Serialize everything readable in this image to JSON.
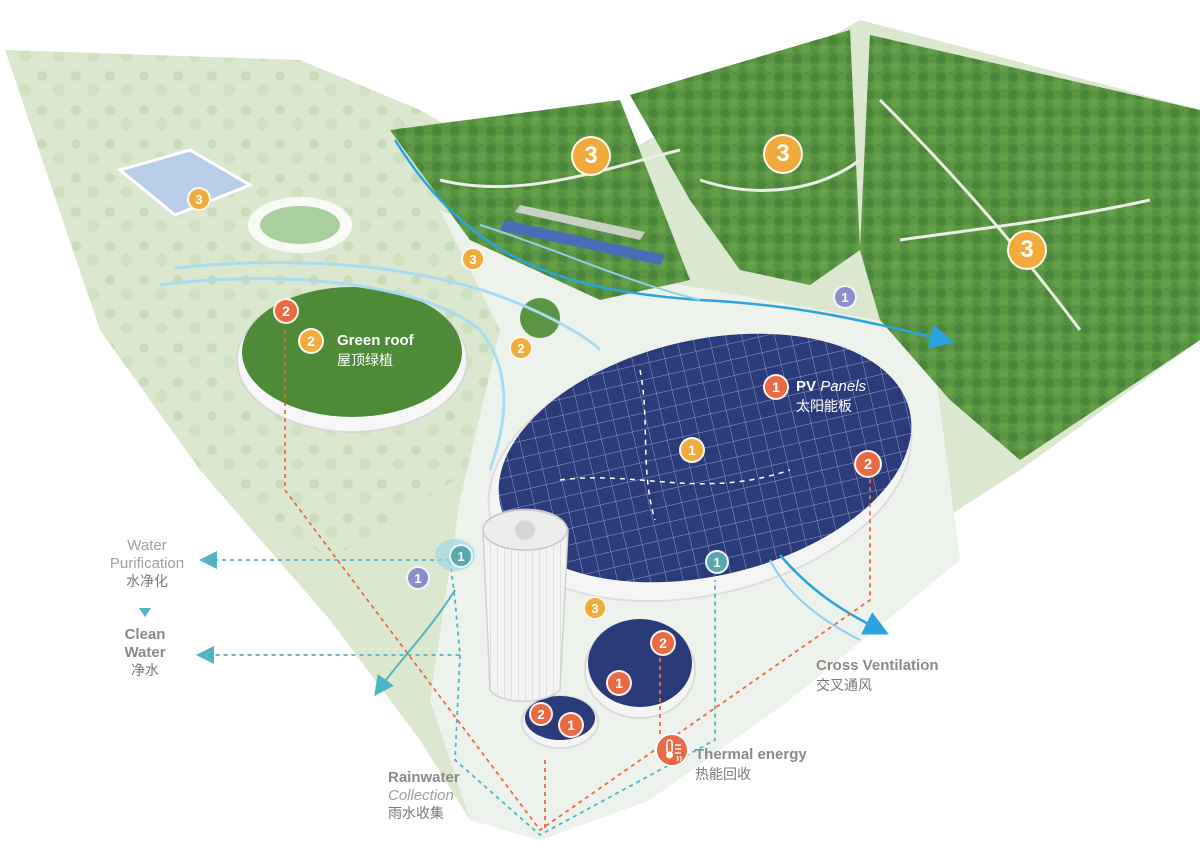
{
  "labels": {
    "green_roof_en": "Green roof",
    "green_roof_cn": "屋顶绿植",
    "pv_en": "PV",
    "pv_en_italic": "Panels",
    "pv_cn": "太阳能板",
    "water_purification_en_1": "Water",
    "water_purification_en_2": "Purification",
    "water_purification_cn": "水净化",
    "clean_water_en_1": "Clean",
    "clean_water_en_2": "Water",
    "clean_water_cn": "净水",
    "cross_ventilation_en": "Cross Ventilation",
    "cross_ventilation_cn": "交叉通风",
    "thermal_energy_en": "Thermal energy",
    "thermal_energy_cn": "热能回收",
    "rainwater_en": "Rainwater",
    "rainwater_en_italic": "Collection",
    "rainwater_cn": "雨水收集"
  },
  "badges": {
    "b_big_3a": "3",
    "b_big_3b": "3",
    "b_big_3c": "3",
    "b_3_courts": "3",
    "b_3_parking": "3",
    "b_3_bottom": "3",
    "b_2_green_red": "2",
    "b_2_green_orange": "2",
    "b_2_plaza": "2",
    "b_1_pv_red": "1",
    "b_1_pv_center": "1",
    "b_2_pv_right": "2",
    "b_1_teal_tower": "1",
    "b_1_purple_left": "1",
    "b_1_teal_pv": "1",
    "b_1_purple_park": "1",
    "b_2_pod_a": "2",
    "b_1_pod_a": "1",
    "b_2_pod_b": "2",
    "b_1_pod_b": "1"
  },
  "colors": {
    "park_light": "#dbe7cf",
    "forest": "#5b9442",
    "green_roof": "#4f8a38",
    "pv_navy": "#2b3a78",
    "orange": "#f0ab3c",
    "red": "#ea6a45",
    "teal": "#5aa7b0",
    "airflow_blue": "#2aa3de",
    "water_line": "#4fb4c4"
  },
  "icons": {
    "thermal": "thermometer-icon"
  }
}
